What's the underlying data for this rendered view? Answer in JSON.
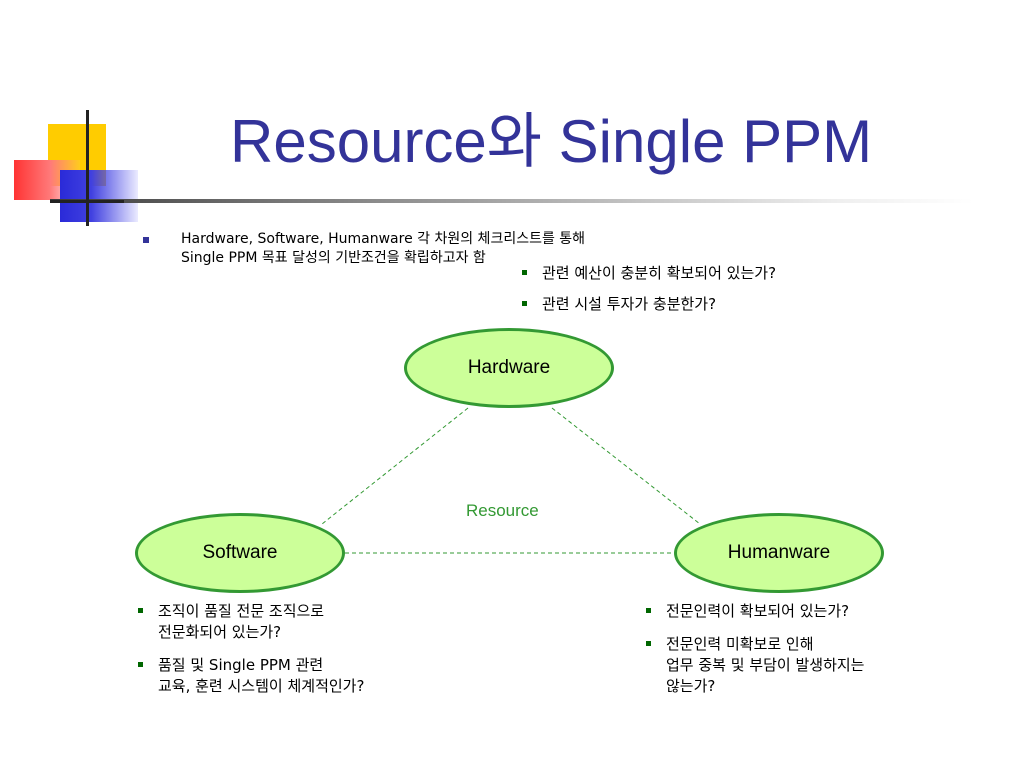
{
  "title": "Resource와 Single PPM",
  "intro": {
    "line1": "Hardware, Software, Humanware 각 차원의 체크리스트를 통해",
    "line2": "Single PPM 목표 달성의 기반조건을 확립하고자 함"
  },
  "diagram": {
    "center_label": "Resource",
    "nodes": {
      "hardware": "Hardware",
      "software": "Software",
      "humanware": "Humanware"
    },
    "hardware_items": [
      "관련 예산이 충분히 확보되어 있는가?",
      "관련 시설 투자가 충분한가?"
    ],
    "software_items": [
      {
        "line1": "조직이 품질 전문 조직으로",
        "line2": "전문화되어 있는가?"
      },
      {
        "line1": "품질 및 Single PPM 관련",
        "line2": "교육, 훈련 시스템이 체계적인가?"
      }
    ],
    "humanware_items": [
      {
        "line1": "전문인력이 확보되어 있는가?"
      },
      {
        "line1": "전문인력 미확보로 인해",
        "line2": "업무 중복 및 부담이 발생하지는",
        "line3": "않는가?"
      }
    ]
  },
  "colors": {
    "title": "#333399",
    "node_fill": "#ccff99",
    "node_border": "#339933",
    "connector": "#339933",
    "bullet_main": "#333399",
    "bullet_sub": "#006600"
  }
}
